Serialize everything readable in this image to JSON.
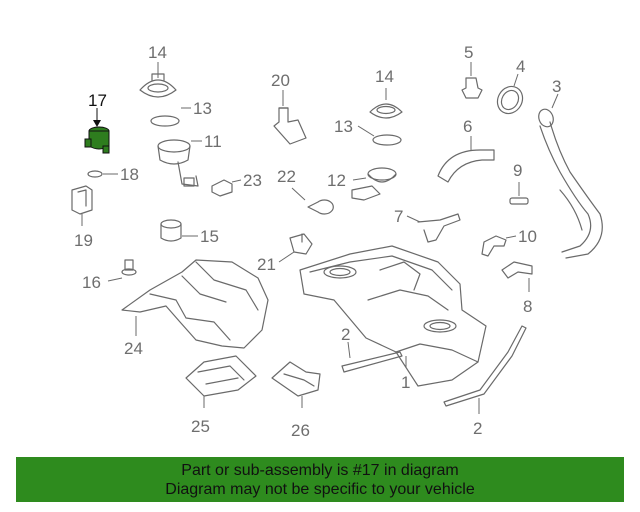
{
  "diagram": {
    "highlight_color": "#2e7d1e",
    "callouts": [
      {
        "id": "c1a",
        "text": "1"
      },
      {
        "id": "c1b",
        "text": "1"
      },
      {
        "id": "c2a",
        "text": "2"
      },
      {
        "id": "c2b",
        "text": "2"
      },
      {
        "id": "c3",
        "text": "3"
      },
      {
        "id": "c4",
        "text": "4"
      },
      {
        "id": "c5",
        "text": "5"
      },
      {
        "id": "c6",
        "text": "6"
      },
      {
        "id": "c7",
        "text": "7"
      },
      {
        "id": "c8",
        "text": "8"
      },
      {
        "id": "c9",
        "text": "9"
      },
      {
        "id": "c10",
        "text": "10"
      },
      {
        "id": "c11",
        "text": "11"
      },
      {
        "id": "c12",
        "text": "12"
      },
      {
        "id": "c13a",
        "text": "13"
      },
      {
        "id": "c13b",
        "text": "13"
      },
      {
        "id": "c14a",
        "text": "14"
      },
      {
        "id": "c14b",
        "text": "14"
      },
      {
        "id": "c15",
        "text": "15"
      },
      {
        "id": "c16",
        "text": "16"
      },
      {
        "id": "c17",
        "text": "17"
      },
      {
        "id": "c18",
        "text": "18"
      },
      {
        "id": "c19",
        "text": "19"
      },
      {
        "id": "c20",
        "text": "20"
      },
      {
        "id": "c21",
        "text": "21"
      },
      {
        "id": "c22",
        "text": "22"
      },
      {
        "id": "c23",
        "text": "23"
      },
      {
        "id": "c24",
        "text": "24"
      },
      {
        "id": "c25",
        "text": "25"
      },
      {
        "id": "c26",
        "text": "26"
      }
    ]
  },
  "banner": {
    "line1": "Part or sub-assembly is #17 in diagram",
    "line2": "Diagram may not be specific to your vehicle",
    "background": "#2e8b1e"
  }
}
